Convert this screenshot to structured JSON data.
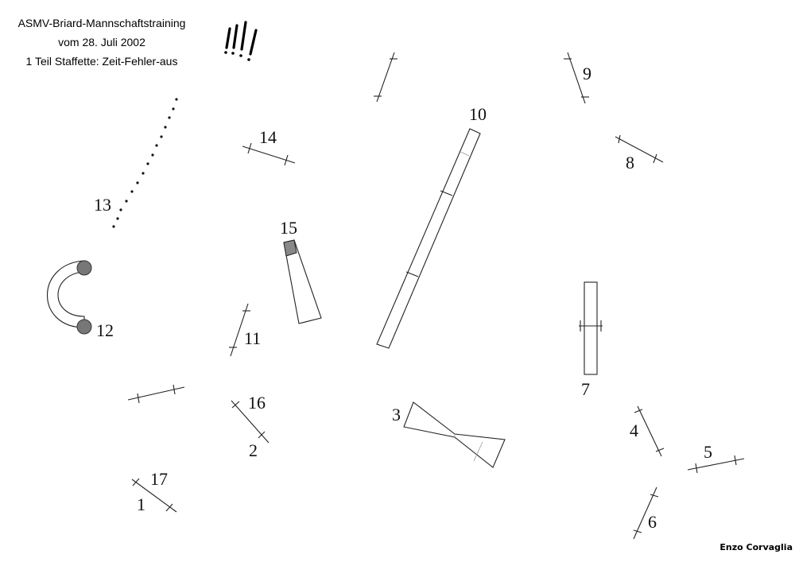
{
  "header": {
    "lines": [
      "ASMV-Briard-Mannschaftstraining",
      "vom 28. Juli 2002",
      "1 Teil Staffette: Zeit-Fehler-aus"
    ]
  },
  "author": "Enzo Corvaglia",
  "labels": {
    "n1": "1",
    "n2": "2",
    "n3": "3",
    "n4": "4",
    "n5": "5",
    "n6": "6",
    "n7": "7",
    "n8": "8",
    "n9": "9",
    "n10": "10",
    "n11": "11",
    "n12": "12",
    "n13": "13",
    "n14": "14",
    "n15": "15",
    "n16": "16",
    "n17": "17"
  },
  "colors": {
    "line": "#222222",
    "tunnel_end": "#777777",
    "chute_fill": "#888888"
  }
}
